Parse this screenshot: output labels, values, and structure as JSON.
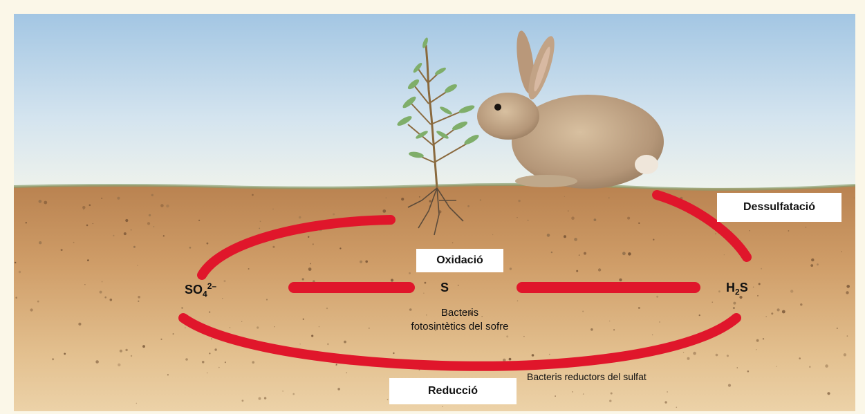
{
  "labels": {
    "dessulfatacio": "Dessulfatació",
    "oxidacio": "Oxidació",
    "reduccio": "Reducció"
  },
  "chem": {
    "sulfate_base": "SO",
    "sulfate_sub": "4",
    "sulfate_sup": "2–",
    "sulfur": "S",
    "h2s_h": "H",
    "h2s_sub": "2",
    "h2s_s": "S"
  },
  "notes": {
    "photosynthetic_line1": "Bacteris",
    "photosynthetic_line2": "fotosintètics del sofre",
    "sulfate_reducers": "Bacteris reductors del sulfat"
  },
  "illustration": {
    "organisms": [
      "plant",
      "rabbit"
    ],
    "arrow_color": "#e0162b",
    "sky_color": "#a9cbe6",
    "soil_color": "#c8955f"
  }
}
